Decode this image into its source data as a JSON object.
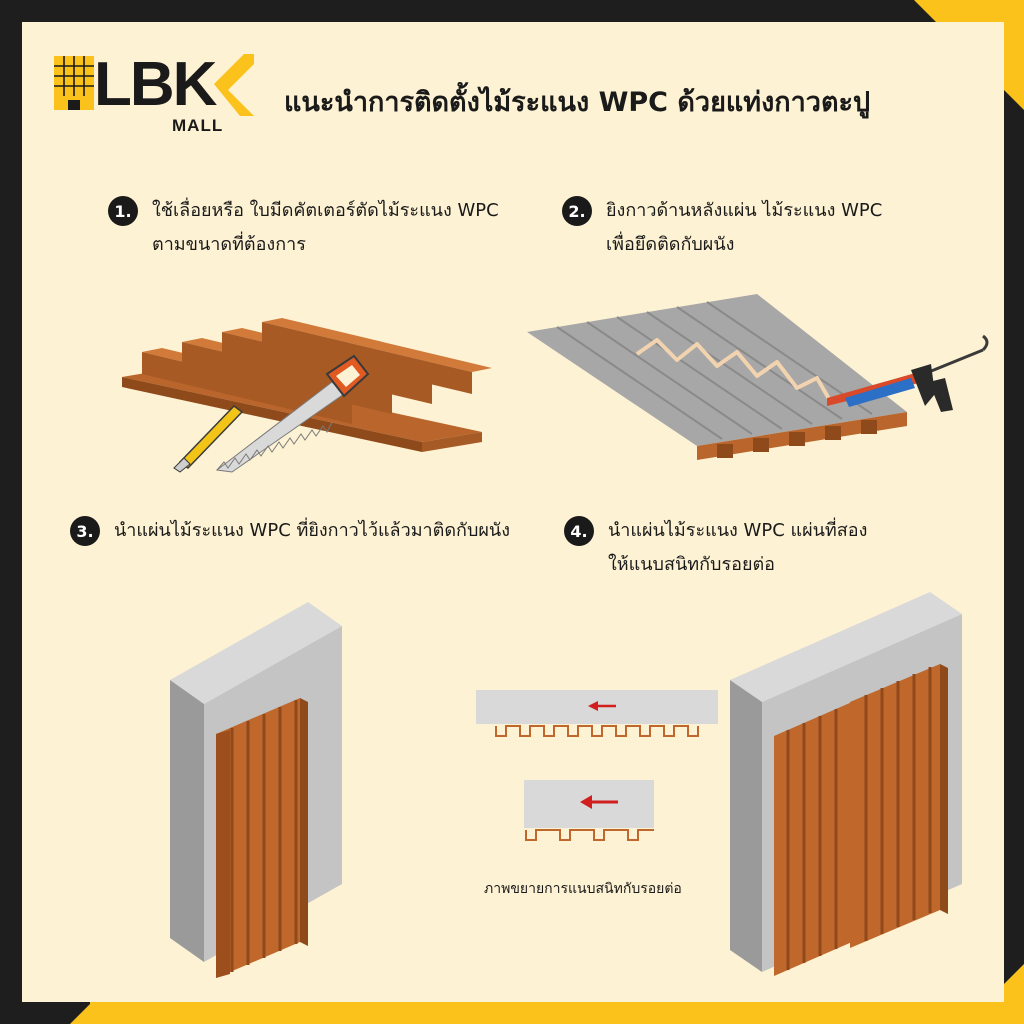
{
  "brand": {
    "logo_main": "LBK",
    "logo_sub": "MALL",
    "colors": {
      "accent": "#fbc21c",
      "dark": "#1a1a1a",
      "background": "#fdf2d3",
      "wpc_wood": "#c0672b",
      "wall": "#c9c9c9"
    }
  },
  "title": "แนะนำการติดตั้งไม้ระแนง WPC ด้วยแท่งกาวตะปู",
  "steps": [
    {
      "number": "1.",
      "lines": [
        "ใช้เลื่อยหรือ ใบมีดคัตเตอร์ตัดไม้ระแนง WPC",
        "ตามขนาดที่ต้องการ"
      ]
    },
    {
      "number": "2.",
      "lines": [
        "ยิงกาวด้านหลังแผ่น ไม้ระแนง WPC",
        "เพื่อยึดติดกับผนัง"
      ]
    },
    {
      "number": "3.",
      "lines": [
        "นำแผ่นไม้ระแนง WPC ที่ยิงกาวไว้แล้วมาติดกับผนัง"
      ]
    },
    {
      "number": "4.",
      "lines": [
        "นำแผ่นไม้ระแนง WPC แผ่นที่สอง",
        "ให้แนบสนิทกับรอยต่อ"
      ]
    }
  ],
  "caption": "ภาพขยายการแนบสนิทกับรอยต่อ",
  "icons": [
    "saw-icon",
    "cutter-knife-icon",
    "caulking-gun-icon",
    "arrow-left-icon"
  ]
}
